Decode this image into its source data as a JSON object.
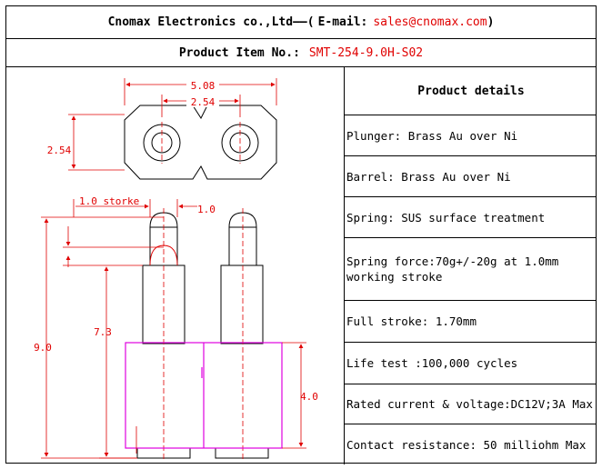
{
  "header": {
    "company": "Cnomax Electronics co.,Ltd",
    "separator": "——(",
    "email_label": "E-mail:",
    "email": "sales@cnomax.com",
    "close_paren": ")"
  },
  "product": {
    "label": "Product Item No.:",
    "item_no": "SMT-254-9.0H-S02"
  },
  "drawing": {
    "dim_width_total": "5.08",
    "dim_pitch": "2.54",
    "dim_height_top": "2.54",
    "dim_stroke": "1.0 storke",
    "dim_stroke_side": "1.0",
    "dim_total_height": "9.0",
    "dim_body_height": "7.3",
    "dim_housing_height": "4.0"
  },
  "details": {
    "heading": "Product details",
    "items": [
      "Plunger: Brass Au over Ni",
      "Barrel: Brass Au over Ni",
      "Spring: SUS surface treatment",
      "Spring force:70g+/-20g at 1.0mm working stroke",
      "Full stroke: 1.70mm",
      "Life test :100,000 cycles",
      "Rated current & voltage:DC12V;3A Max",
      "Contact resistance: 50 milliohm Max"
    ]
  },
  "colors": {
    "red": "#e00000",
    "magenta": "#e000e0",
    "line": "#000000"
  }
}
